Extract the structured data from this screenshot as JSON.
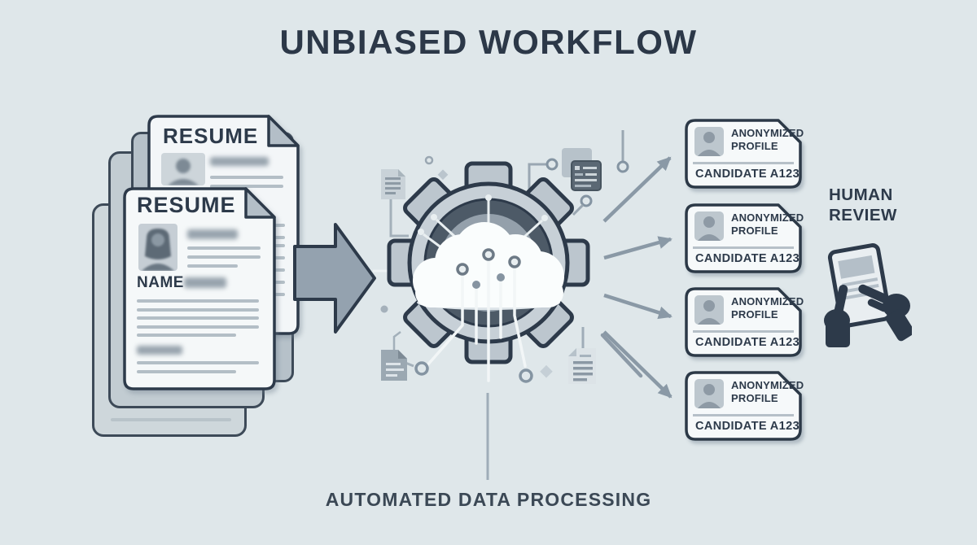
{
  "title": "UNBIASED WORKFLOW",
  "colors": {
    "background": "#dfe7ea",
    "ink": "#2d3a4a",
    "mid_gray": "#8a99a6",
    "light_gray": "#c7d0d7",
    "card_bg": "#f6f9fa",
    "arrow_fill": "#94a2af"
  },
  "resume_stack": {
    "back": {
      "title": "RESUME"
    },
    "front": {
      "title": "RESUME",
      "name_label": "NAME"
    }
  },
  "processing": {
    "label": "AUTOMATED DATA PROCESSING"
  },
  "profiles": [
    {
      "title_line1": "ANONYMIZED",
      "title_line2": "PROFILE",
      "candidate": "CANDIDATE A123"
    },
    {
      "title_line1": "ANONYMIZED",
      "title_line2": "PROFILE",
      "candidate": "CANDIDATE A123"
    },
    {
      "title_line1": "ANONYMIZED",
      "title_line2": "PROFILE",
      "candidate": "CANDIDATE A123"
    },
    {
      "title_line1": "ANONYMIZED",
      "title_line2": "PROFILE",
      "candidate": "CANDIDATE A123"
    }
  ],
  "human_review": {
    "label": "HUMAN REVIEW"
  }
}
